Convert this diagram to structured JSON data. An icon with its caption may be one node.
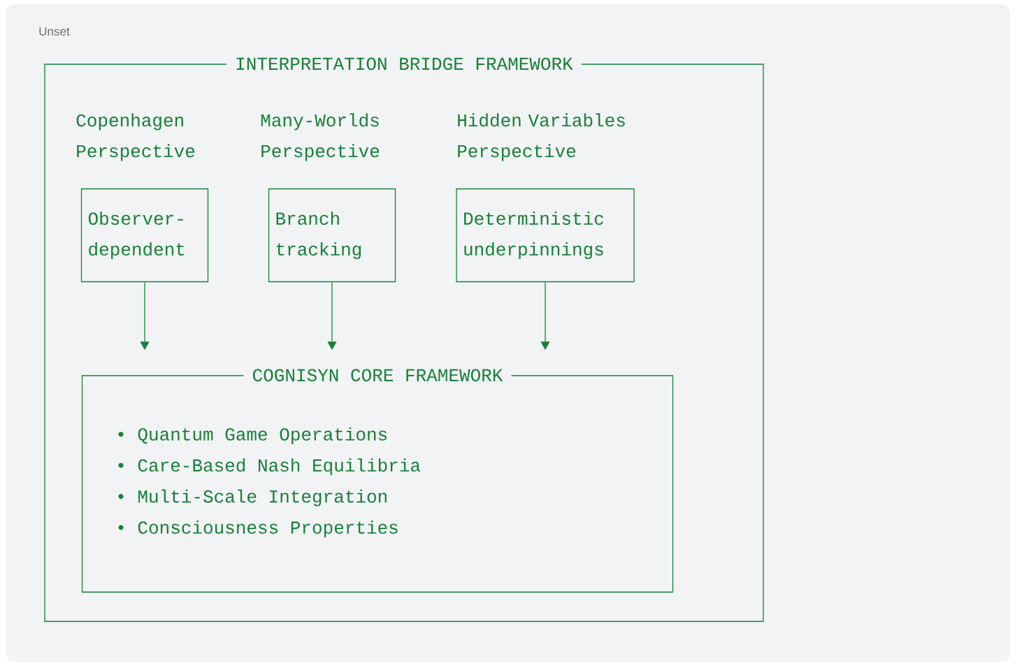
{
  "diagram": {
    "nodes": [
      {
        "text": [
          "INTERPRETATION BRIDGE FRAMEWORK"
        ]
      },
      {
        "text": [
          "Copenhagen Perspective",
          "Observer-dependent"
        ],
        "in": 0
      },
      {
        "text": [
          "Many-Worlds Perspective",
          "Branch tracking"
        ],
        "in": 0
      },
      {
        "text": [
          "Hidden Variables Perspective",
          "Deterministic underpinnings"
        ],
        "in": 0
      },
      {
        "text": [
          "COGNISYN CORE FRAMEWORK",
          "• Quantum Game Operations",
          "• Care-Based Nash Equilibria",
          "• Multi-Scale Integration",
          "• Consciousness Properties"
        ],
        "in": 0
      }
    ],
    "edges": [
      {
        "from": 1,
        "to": 4,
        "arrow": "to"
      },
      {
        "from": 2,
        "to": 4,
        "arrow": "to"
      },
      {
        "from": 3,
        "to": 4,
        "arrow": "to"
      }
    ],
    "labels": [
      "Unset"
    ]
  }
}
